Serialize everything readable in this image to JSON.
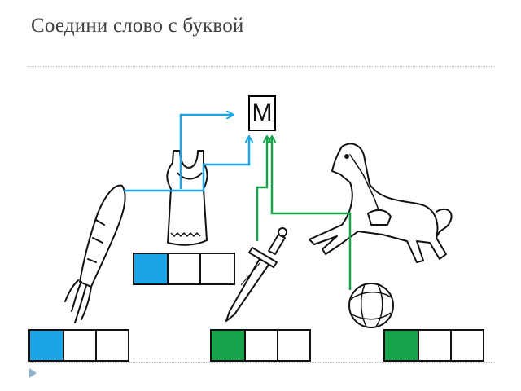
{
  "title": "Соедини слово с буквой",
  "target_letter": "М",
  "colors": {
    "blue": "#1ba5e6",
    "green": "#16a34a"
  },
  "pictures": [
    {
      "name": "carrot-icon"
    },
    {
      "name": "shirt-icon"
    },
    {
      "name": "sword-icon"
    },
    {
      "name": "horse-icon"
    },
    {
      "name": "ball-icon"
    }
  ],
  "word_grids": [
    {
      "name": "grid-carrot",
      "cells": [
        "blue",
        "empty",
        "empty"
      ]
    },
    {
      "name": "grid-shirt",
      "cells": [
        "blue",
        "empty",
        "empty"
      ]
    },
    {
      "name": "grid-sword",
      "cells": [
        "green",
        "empty",
        "empty"
      ]
    },
    {
      "name": "grid-ball",
      "cells": [
        "green",
        "empty",
        "empty"
      ]
    }
  ]
}
